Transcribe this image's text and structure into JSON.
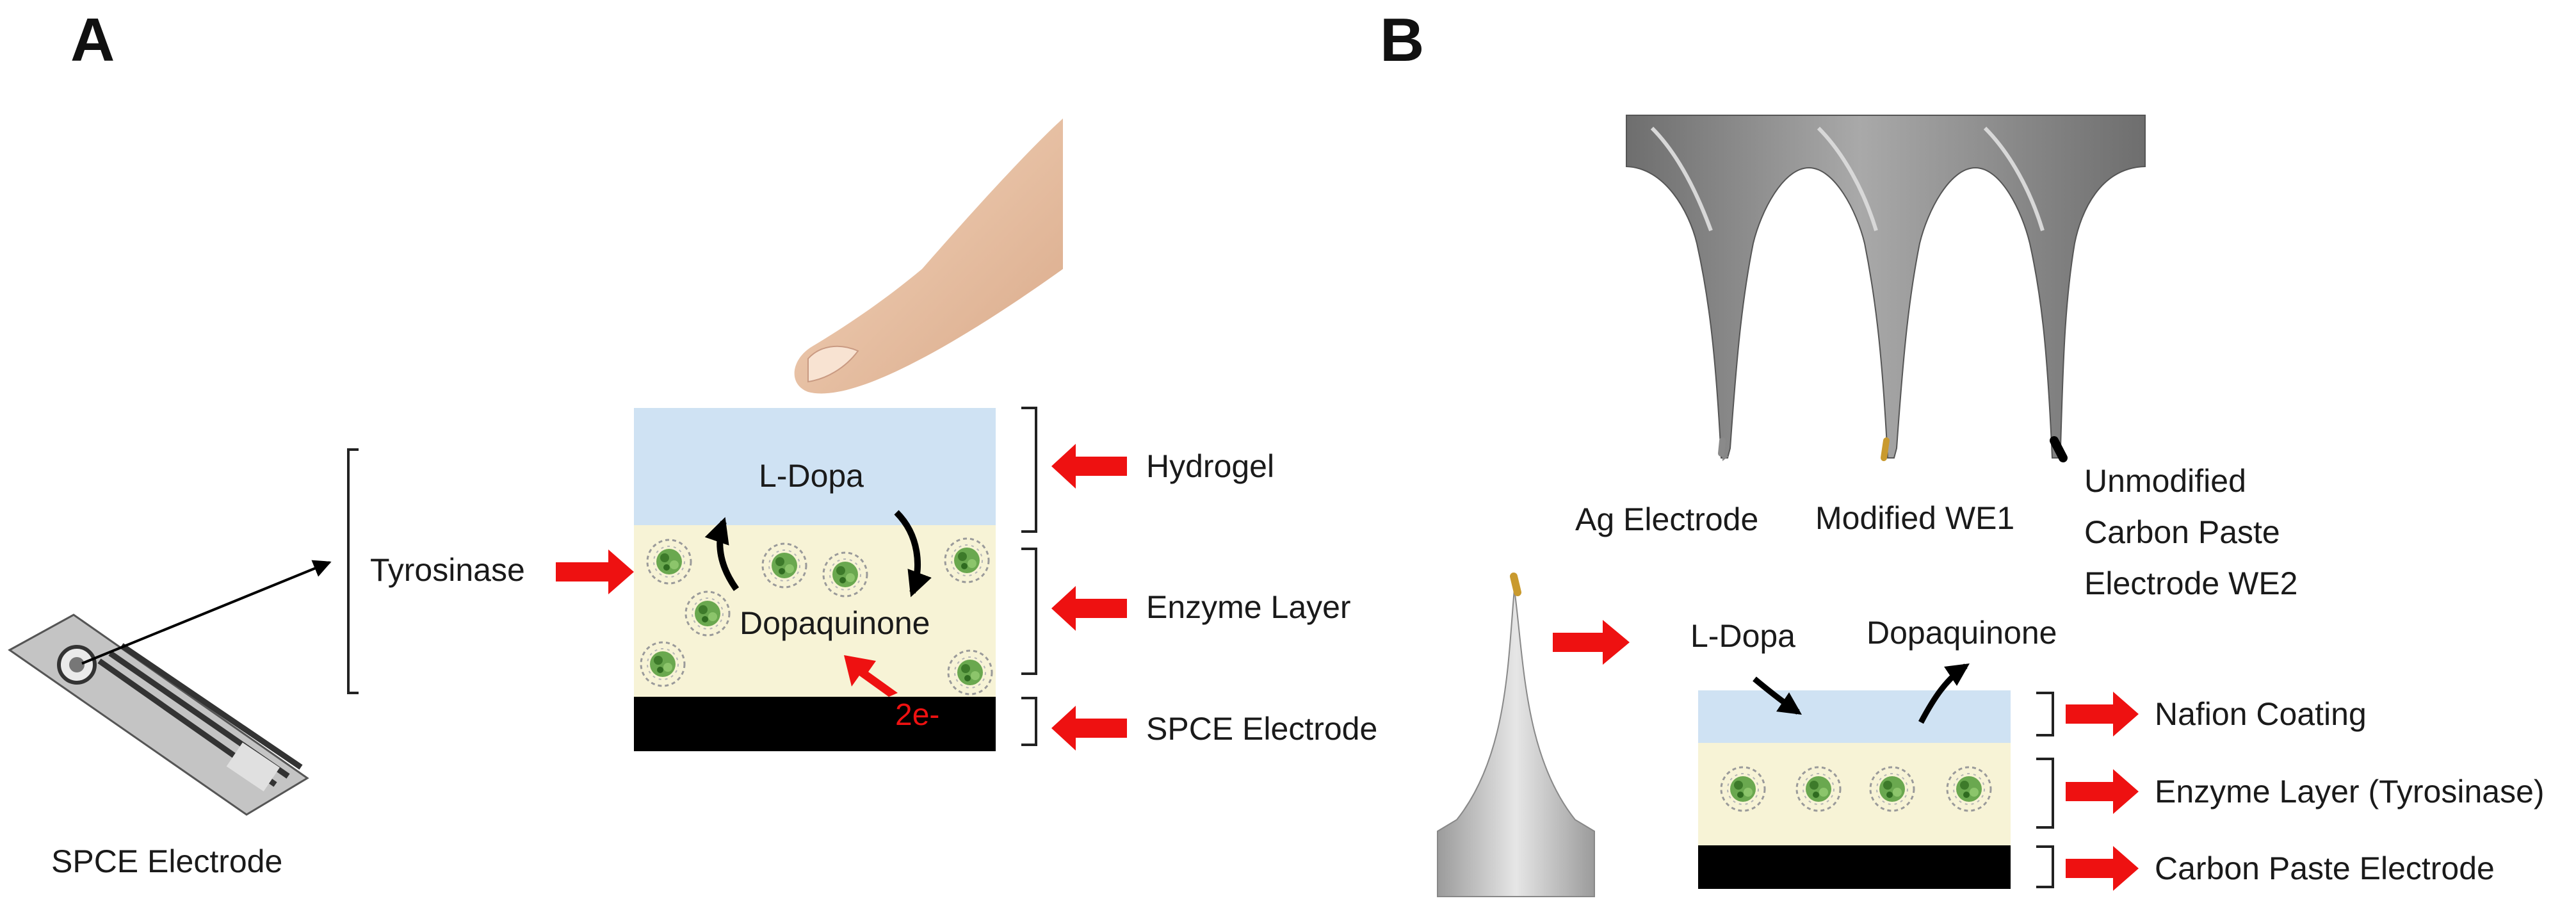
{
  "panels": {
    "a": "A",
    "b": "B"
  },
  "panel_a": {
    "chip_caption": "SPCE Electrode",
    "left_label": "Tyrosinase",
    "layer_labels": [
      "Hydrogel",
      "Enzyme Layer",
      "SPCE Electrode"
    ],
    "substrate": "L-Dopa",
    "product": "Dopaquinone",
    "electrons": "2e-"
  },
  "panel_b": {
    "electrode_labels": [
      "Ag Electrode",
      "Modified WE1"
    ],
    "we2_label": [
      "Unmodified",
      "Carbon Paste",
      "Electrode WE2"
    ],
    "substrate": "L-Dopa",
    "product": "Dopaquinone",
    "layer_labels": [
      "Nafion Coating",
      "Enzyme Layer (Tyrosinase)",
      "Carbon Paste Electrode"
    ]
  },
  "colors": {
    "hydrogel": "#cfe2f3",
    "enzyme_layer": "#f7f3d6",
    "electrode": "#000000",
    "arrow": "#ee1111",
    "enzyme_dot": "#6aa84f",
    "needle": "#8c8c8c",
    "we1_tip": "#c99a2e"
  },
  "icons": [
    "finger-icon",
    "enzyme-icon",
    "spce-chip-icon",
    "microneedle-icon"
  ]
}
